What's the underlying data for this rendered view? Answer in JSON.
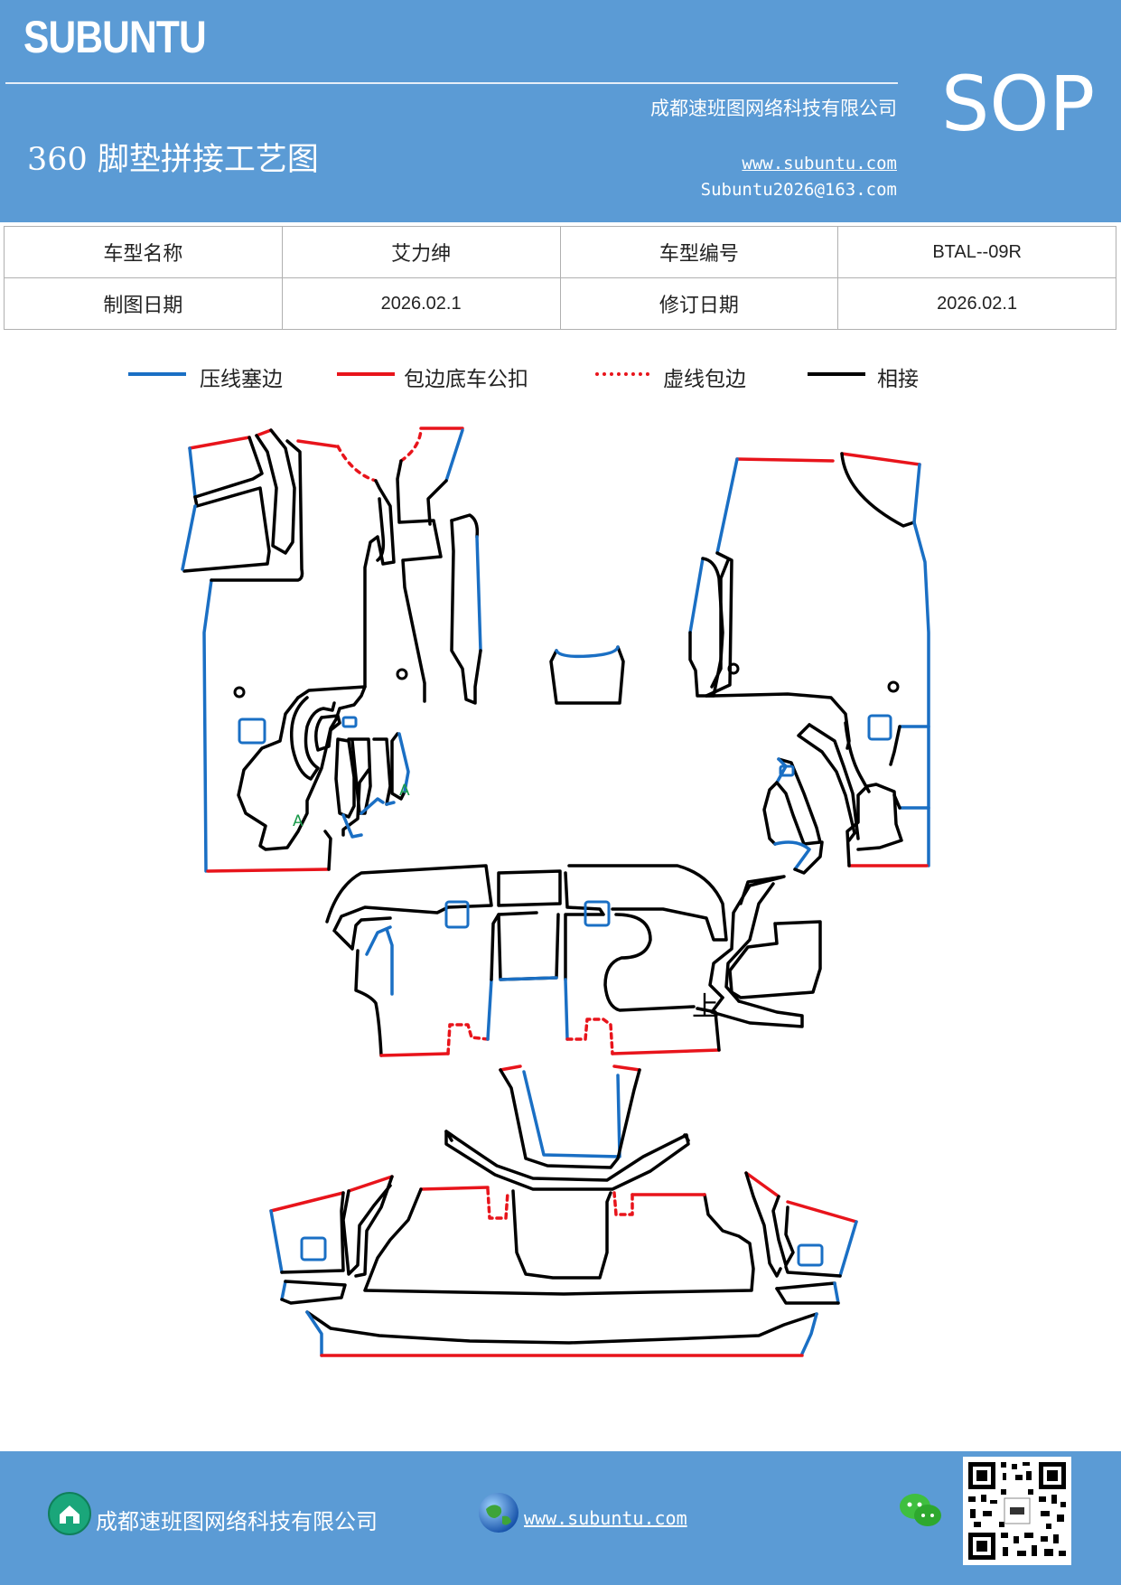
{
  "header": {
    "brand": "SUBUNTU",
    "company": "成都速班图网络科技有限公司",
    "title": "360 脚垫拼接工艺图",
    "website": "www.subuntu.com",
    "email": "Subuntu2026@163.com",
    "badge": "SOP"
  },
  "info": {
    "model_name_label": "车型名称",
    "model_name_value": "艾力绅",
    "model_code_label": "车型编号",
    "model_code_value": "BTAL--09R",
    "draw_date_label": "制图日期",
    "draw_date_value": "2026.02.1",
    "rev_date_label": "修订日期",
    "rev_date_value": "2026.02.1"
  },
  "legend": [
    {
      "label": "压线塞边",
      "color": "#1a6fc4",
      "style": "solid"
    },
    {
      "label": "包边底车公扣",
      "color": "#e8141b",
      "style": "solid"
    },
    {
      "label": "虚线包边",
      "color": "#e8141b",
      "style": "dotted"
    },
    {
      "label": "相接",
      "color": "#000000",
      "style": "solid"
    }
  ],
  "diagram": {
    "marks": [
      "A",
      "A",
      "上"
    ]
  },
  "footer": {
    "company": "成都速班图网络科技有限公司",
    "website": "www.subuntu.com "
  },
  "icons": {
    "home": "home-icon",
    "globe": "globe-icon",
    "wechat": "wechat-icon",
    "qr": "qr-code"
  },
  "colors": {
    "header_bg": "#5b9bd5",
    "blue_line": "#1a6fc4",
    "red_line": "#e8141b",
    "black_line": "#000000"
  }
}
